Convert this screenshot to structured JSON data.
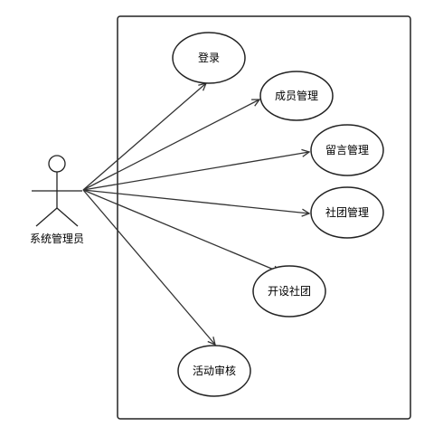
{
  "actor": {
    "name": "系统管理员"
  },
  "use_cases": [
    {
      "id": "login",
      "label": "登录"
    },
    {
      "id": "members",
      "label": "成员管理"
    },
    {
      "id": "messages",
      "label": "留言管理"
    },
    {
      "id": "clubs",
      "label": "社团管理"
    },
    {
      "id": "create-club",
      "label": "开设社团"
    },
    {
      "id": "review",
      "label": "活动审核"
    }
  ],
  "colors": {
    "stroke": "#222222",
    "line": "#333333",
    "background": "#ffffff"
  }
}
